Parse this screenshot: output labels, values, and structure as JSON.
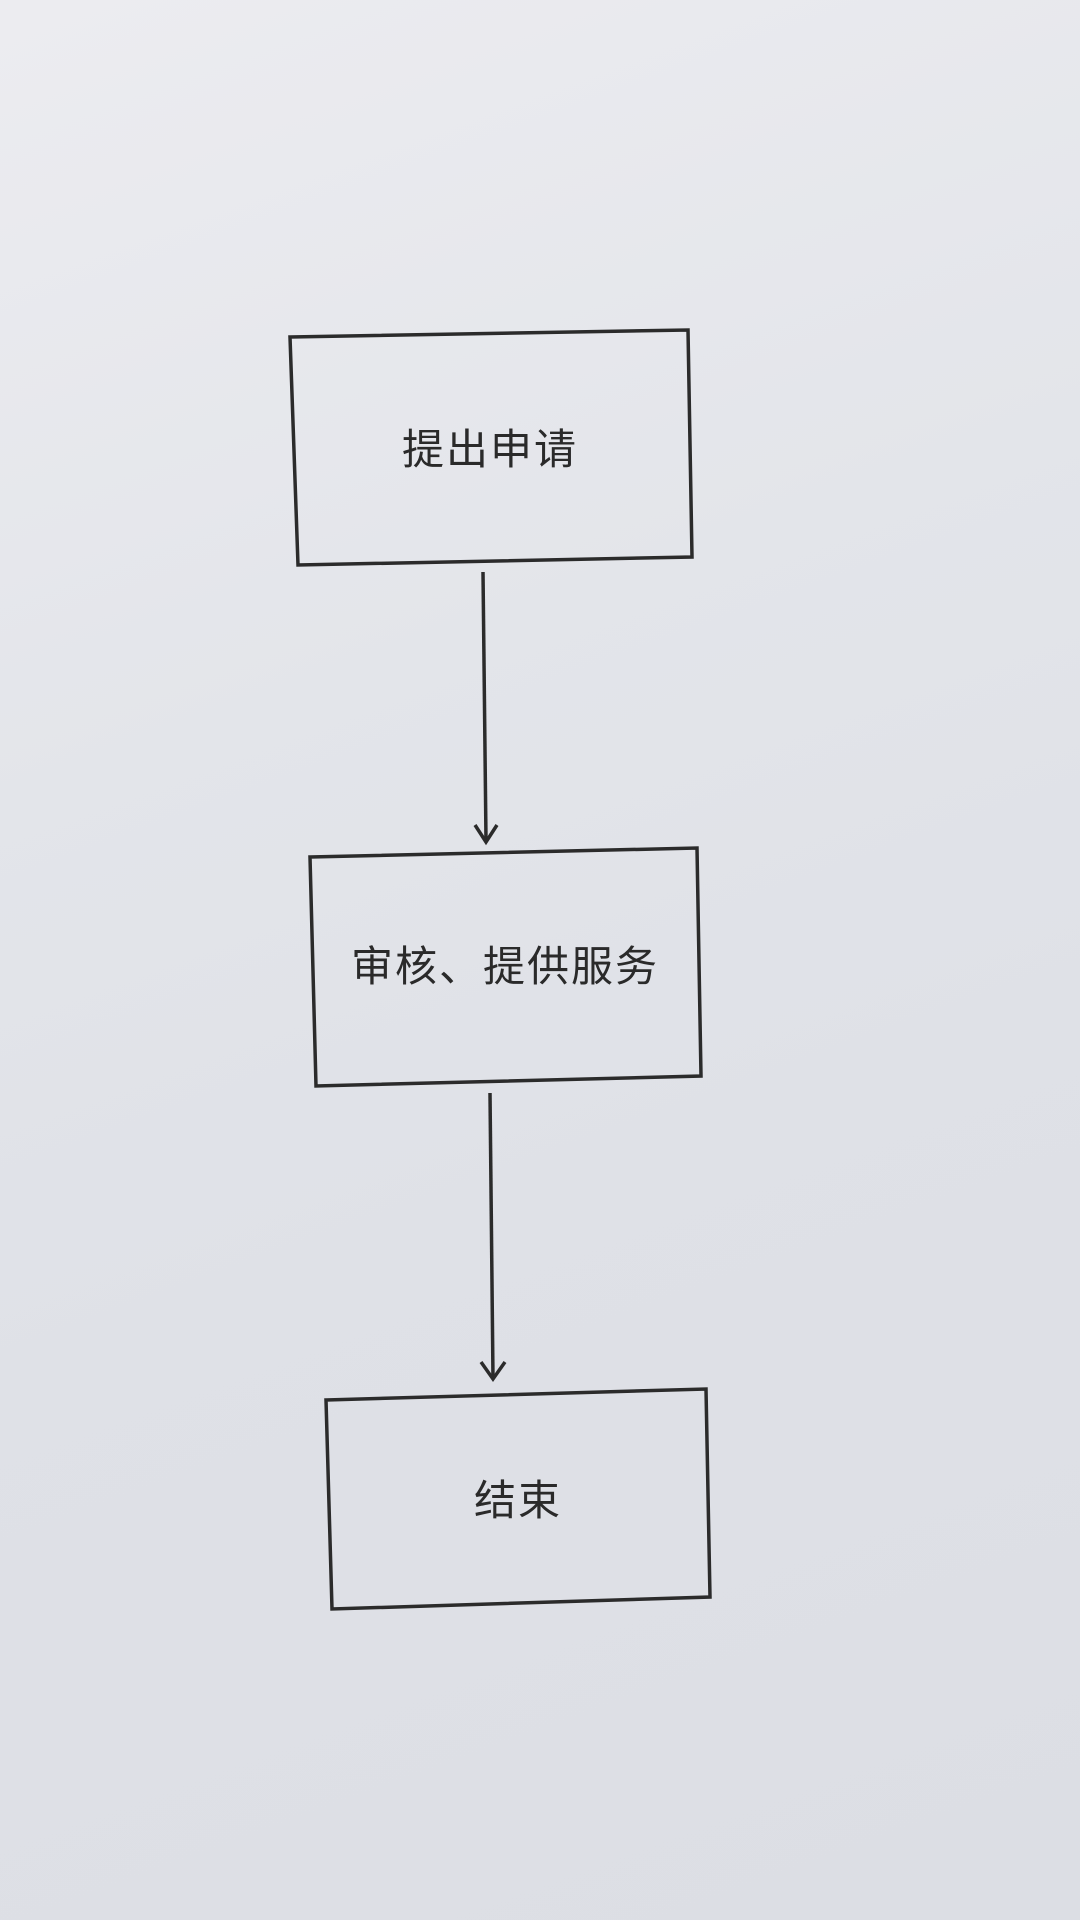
{
  "flowchart": {
    "nodes": [
      {
        "label": "提出申请"
      },
      {
        "label": "审核、提供服务"
      },
      {
        "label": "结束"
      }
    ],
    "edges": [
      {
        "from": 0,
        "to": 1
      },
      {
        "from": 1,
        "to": 2
      }
    ],
    "colors": {
      "stroke": "#2b2b2b",
      "text": "#2a2a2a",
      "paper": "#e4e6eb"
    }
  }
}
